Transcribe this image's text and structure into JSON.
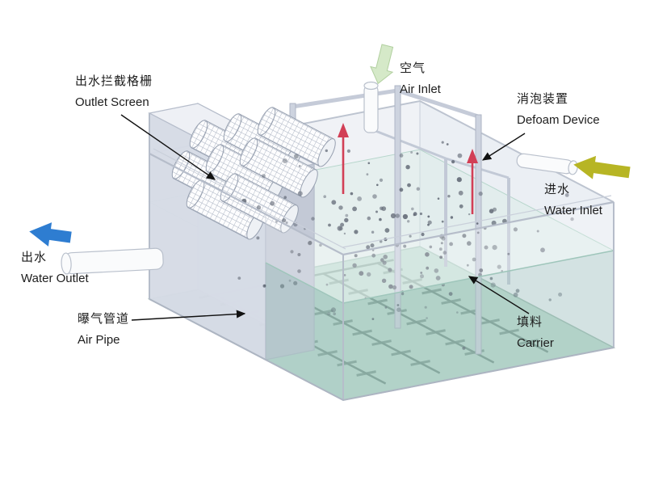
{
  "labels": {
    "outlet_screen": {
      "zh": "出水拦截格栅",
      "en": "Outlet Screen"
    },
    "air_inlet": {
      "zh": "空气",
      "en": "Air Inlet"
    },
    "defoam_device": {
      "zh": "消泡装置",
      "en": "Defoam Device"
    },
    "water_inlet": {
      "zh": "进水",
      "en": "Water Inlet"
    },
    "water_outlet": {
      "zh": "出水",
      "en": "Water Outlet"
    },
    "air_pipe": {
      "zh": "曝气管道",
      "en": "Air Pipe"
    },
    "carrier": {
      "zh": "填料",
      "en": "Carrier"
    }
  },
  "colors": {
    "water_outlet_arrow": "#2e7dd1",
    "water_inlet_arrow": "#b7b524",
    "air_inlet_arrow": "#d5e9c8",
    "defoam_device": "#d23f56",
    "carrier_dot": "#5f6673",
    "air_pipe_grid": "#7e9c94",
    "tank_floor": "#bcd8cf",
    "annotation": "#111111"
  }
}
